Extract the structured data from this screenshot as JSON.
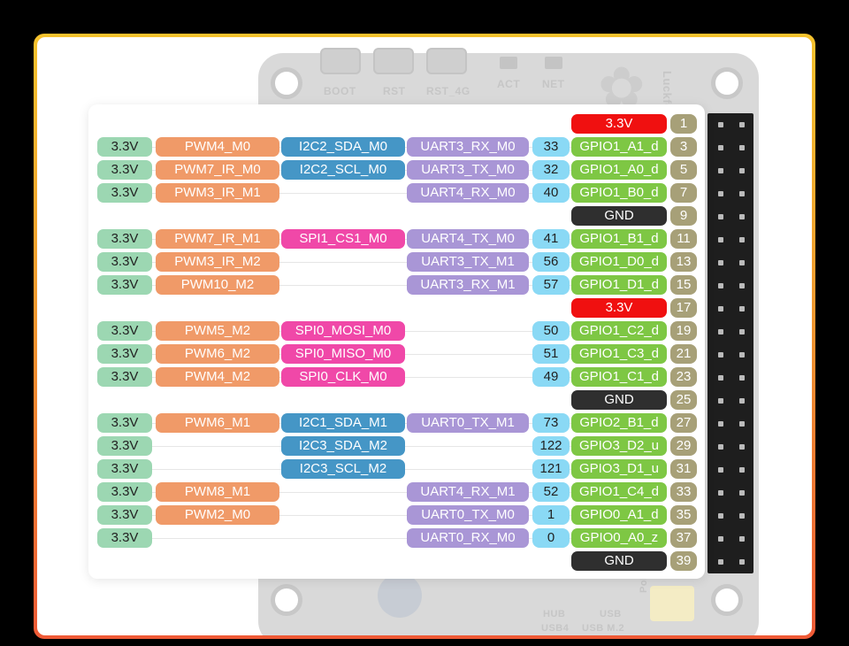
{
  "board": {
    "silk": {
      "boot": "BOOT",
      "rst": "RST",
      "rst4g": "RST_4G",
      "act": "ACT",
      "net": "NET",
      "brand": "Luckfo",
      "hub": "HUB",
      "usb4": "USB4",
      "usb": "USB",
      "usbm2": "USB M.2",
      "poe": "PoE"
    }
  },
  "rows": [
    {
      "v33": "",
      "pwm": "",
      "bus": "",
      "bus_type": "",
      "uart": "",
      "num": "",
      "gpio": "3.3V",
      "gpio_type": "power",
      "pin": "1"
    },
    {
      "v33": "3.3V",
      "pwm": "PWM4_M0",
      "bus": "I2C2_SDA_M0",
      "bus_type": "i2c",
      "uart": "UART3_RX_M0",
      "num": "33",
      "gpio": "GPIO1_A1_d",
      "gpio_type": "gpio",
      "pin": "3"
    },
    {
      "v33": "3.3V",
      "pwm": "PWM7_IR_M0",
      "bus": "I2C2_SCL_M0",
      "bus_type": "i2c",
      "uart": "UART3_TX_M0",
      "num": "32",
      "gpio": "GPIO1_A0_d",
      "gpio_type": "gpio",
      "pin": "5"
    },
    {
      "v33": "3.3V",
      "pwm": "PWM3_IR_M1",
      "bus": "",
      "bus_type": "",
      "uart": "UART4_RX_M0",
      "num": "40",
      "gpio": "GPIO1_B0_d",
      "gpio_type": "gpio",
      "pin": "7"
    },
    {
      "v33": "",
      "pwm": "",
      "bus": "",
      "bus_type": "",
      "uart": "",
      "num": "",
      "gpio": "GND",
      "gpio_type": "gnd",
      "pin": "9"
    },
    {
      "v33": "3.3V",
      "pwm": "PWM7_IR_M1",
      "bus": "SPI1_CS1_M0",
      "bus_type": "spi",
      "uart": "UART4_TX_M0",
      "num": "41",
      "gpio": "GPIO1_B1_d",
      "gpio_type": "gpio",
      "pin": "11"
    },
    {
      "v33": "3.3V",
      "pwm": "PWM3_IR_M2",
      "bus": "",
      "bus_type": "",
      "uart": "UART3_TX_M1",
      "num": "56",
      "gpio": "GPIO1_D0_d",
      "gpio_type": "gpio",
      "pin": "13"
    },
    {
      "v33": "3.3V",
      "pwm": "PWM10_M2",
      "bus": "",
      "bus_type": "",
      "uart": "UART3_RX_M1",
      "num": "57",
      "gpio": "GPIO1_D1_d",
      "gpio_type": "gpio",
      "pin": "15"
    },
    {
      "v33": "",
      "pwm": "",
      "bus": "",
      "bus_type": "",
      "uart": "",
      "num": "",
      "gpio": "3.3V",
      "gpio_type": "power",
      "pin": "17"
    },
    {
      "v33": "3.3V",
      "pwm": "PWM5_M2",
      "bus": "SPI0_MOSI_M0",
      "bus_type": "spi",
      "uart": "",
      "num": "50",
      "gpio": "GPIO1_C2_d",
      "gpio_type": "gpio",
      "pin": "19"
    },
    {
      "v33": "3.3V",
      "pwm": "PWM6_M2",
      "bus": "SPI0_MISO_M0",
      "bus_type": "spi",
      "uart": "",
      "num": "51",
      "gpio": "GPIO1_C3_d",
      "gpio_type": "gpio",
      "pin": "21"
    },
    {
      "v33": "3.3V",
      "pwm": "PWM4_M2",
      "bus": "SPI0_CLK_M0",
      "bus_type": "spi",
      "uart": "",
      "num": "49",
      "gpio": "GPIO1_C1_d",
      "gpio_type": "gpio",
      "pin": "23"
    },
    {
      "v33": "",
      "pwm": "",
      "bus": "",
      "bus_type": "",
      "uart": "",
      "num": "",
      "gpio": "GND",
      "gpio_type": "gnd",
      "pin": "25"
    },
    {
      "v33": "3.3V",
      "pwm": "PWM6_M1",
      "bus": "I2C1_SDA_M1",
      "bus_type": "i2c",
      "uart": "UART0_TX_M1",
      "num": "73",
      "gpio": "GPIO2_B1_d",
      "gpio_type": "gpio",
      "pin": "27"
    },
    {
      "v33": "3.3V",
      "pwm": "",
      "bus": "I2C3_SDA_M2",
      "bus_type": "i2c",
      "uart": "",
      "num": "122",
      "gpio": "GPIO3_D2_u",
      "gpio_type": "gpio",
      "pin": "29"
    },
    {
      "v33": "3.3V",
      "pwm": "",
      "bus": "I2C3_SCL_M2",
      "bus_type": "i2c",
      "uart": "",
      "num": "121",
      "gpio": "GPIO3_D1_u",
      "gpio_type": "gpio",
      "pin": "31"
    },
    {
      "v33": "3.3V",
      "pwm": "PWM8_M1",
      "bus": "",
      "bus_type": "",
      "uart": "UART4_RX_M1",
      "num": "52",
      "gpio": "GPIO1_C4_d",
      "gpio_type": "gpio",
      "pin": "33"
    },
    {
      "v33": "3.3V",
      "pwm": "PWM2_M0",
      "bus": "",
      "bus_type": "",
      "uart": "UART0_TX_M0",
      "num": "1",
      "gpio": "GPIO0_A1_d",
      "gpio_type": "gpio",
      "pin": "35"
    },
    {
      "v33": "3.3V",
      "pwm": "",
      "bus": "",
      "bus_type": "",
      "uart": "UART0_RX_M0",
      "num": "0",
      "gpio": "GPIO0_A0_z",
      "gpio_type": "gpio",
      "pin": "37"
    },
    {
      "v33": "",
      "pwm": "",
      "bus": "",
      "bus_type": "",
      "uart": "",
      "num": "",
      "gpio": "GND",
      "gpio_type": "gnd",
      "pin": "39"
    }
  ]
}
